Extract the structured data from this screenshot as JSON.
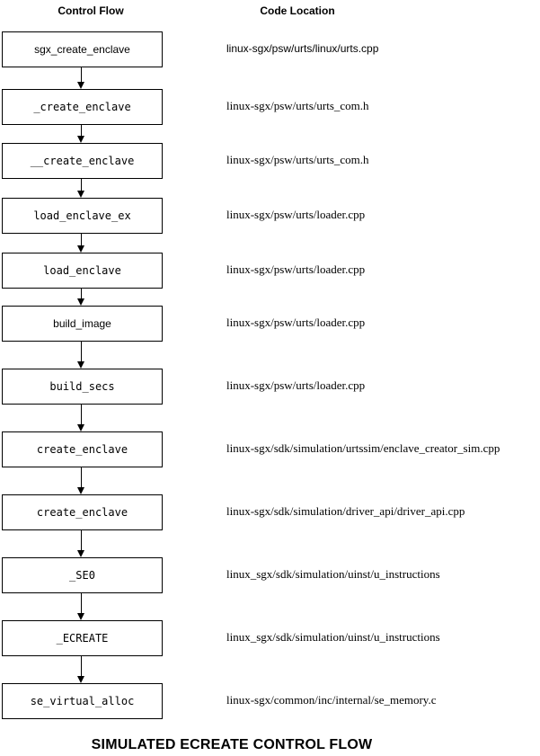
{
  "header": {
    "control_flow": "Control Flow",
    "code_location": "Code Location"
  },
  "caption": "SIMULATED ECREATE CONTROL FLOW",
  "colors": {
    "stroke": "#000000",
    "background": "#ffffff",
    "text": "#000000"
  },
  "rows": [
    {
      "label": "sgx_create_enclave",
      "location": "linux-sgx/psw/urts/linux/urts.cpp"
    },
    {
      "label": "_create_enclave",
      "location": "linux-sgx/psw/urts/urts_com.h"
    },
    {
      "label": "__create_enclave",
      "location": "linux-sgx/psw/urts/urts_com.h"
    },
    {
      "label": "load_enclave_ex",
      "location": "linux-sgx/psw/urts/loader.cpp"
    },
    {
      "label": "load_enclave",
      "location": "linux-sgx/psw/urts/loader.cpp"
    },
    {
      "label": "build_image",
      "location": "linux-sgx/psw/urts/loader.cpp"
    },
    {
      "label": "build_secs",
      "location": "linux-sgx/psw/urts/loader.cpp"
    },
    {
      "label": "create_enclave",
      "location": "linux-sgx/sdk/simulation/urtssim/enclave_creator_sim.cpp"
    },
    {
      "label": "create_enclave",
      "location": "linux-sgx/sdk/simulation/driver_api/driver_api.cpp"
    },
    {
      "label": "_SE0",
      "location": "linux_sgx/sdk/simulation/uinst/u_instructions"
    },
    {
      "label": "_ECREATE",
      "location": "linux_sgx/sdk/simulation/uinst/u_instructions"
    },
    {
      "label": "se_virtual_alloc",
      "location": "linux-sgx/common/inc/internal/se_memory.c"
    }
  ]
}
